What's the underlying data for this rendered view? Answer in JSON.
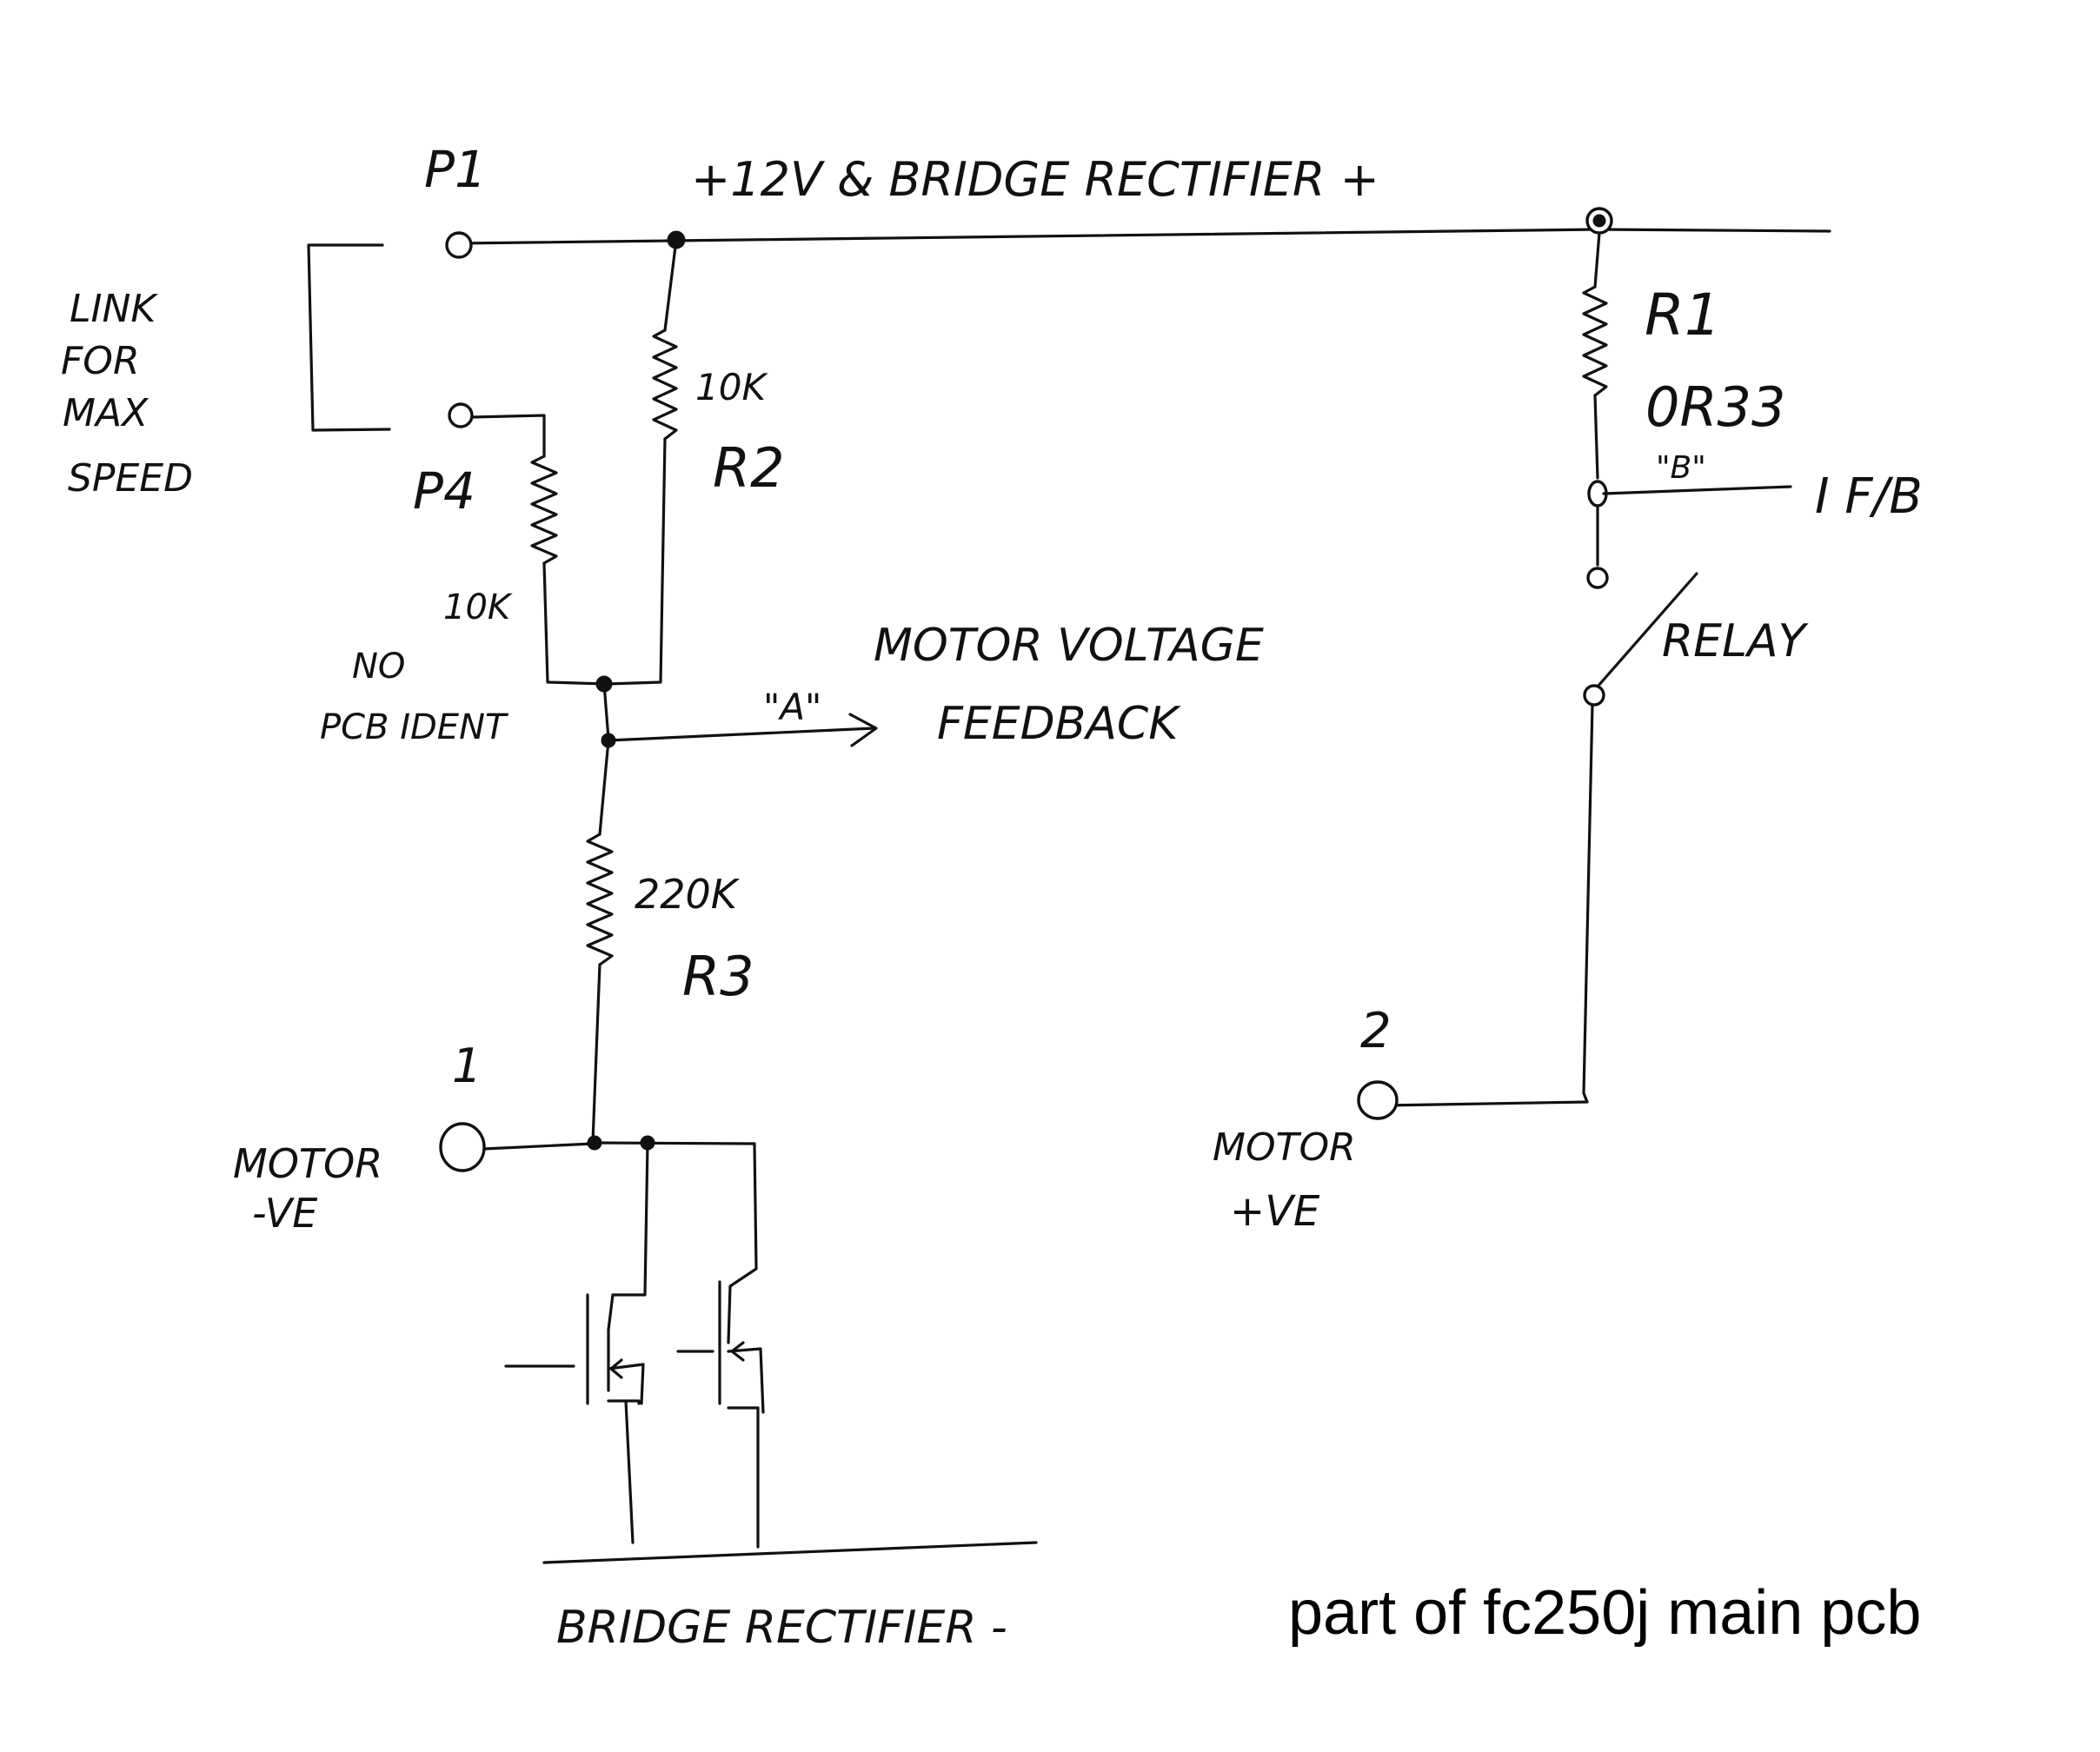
{
  "diagram": {
    "caption": "part of fc250j main pcb",
    "labels": {
      "p1": "P1",
      "p4": "P4",
      "link": [
        "LINK",
        "FOR",
        "MAX",
        "SPEED"
      ],
      "top_rail": "+12V & BRIDGE RECTIFIER +",
      "r1_name": "R1",
      "r1_value": "0R33",
      "point_b": "\"B\"",
      "i_fb": "I F/B",
      "relay": "RELAY",
      "r2_value": "10K",
      "r2_name": "R2",
      "p4_res_value": "10K",
      "no_pcb_ident": [
        "NO",
        "PCB IDENT"
      ],
      "point_a": "\"A\"",
      "motor_voltage_feedback": [
        "MOTOR VOLTAGE",
        "FEEDBACK"
      ],
      "r3_value": "220K",
      "r3_name": "R3",
      "terminal_1": "1",
      "motor_neg": [
        "MOTOR",
        "-VE"
      ],
      "terminal_2": "2",
      "motor_pos": [
        "MOTOR",
        "+VE"
      ],
      "bottom_rail": "BRIDGE RECTIFIER -"
    }
  }
}
